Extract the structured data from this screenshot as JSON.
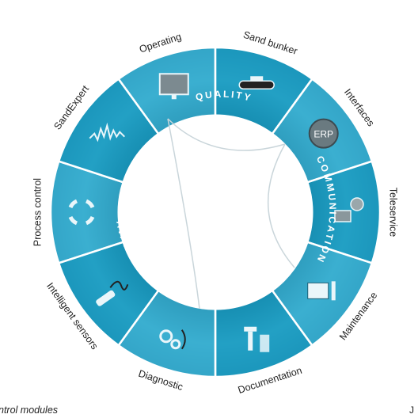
{
  "diagram": {
    "segments": [
      {
        "label": "Process control",
        "icon": "recycle-arrows-icon"
      },
      {
        "label": "SandExpert",
        "icon": "waveform-icon"
      },
      {
        "label": "Operating",
        "icon": "monitor-icon"
      },
      {
        "label": "Sand bunker",
        "icon": "conveyor-icon"
      },
      {
        "label": "Interfaces",
        "icon": "erp-icon",
        "icon_text": "ERP"
      },
      {
        "label": "Teleservice",
        "icon": "remote-computer-icon"
      },
      {
        "label": "Maintenance",
        "icon": "calendar-wrench-icon"
      },
      {
        "label": "Documentation",
        "icon": "bolt-documents-icon"
      },
      {
        "label": "Diagnostic",
        "icon": "gears-stethoscope-icon"
      },
      {
        "label": "Intelligent sensors",
        "icon": "sensor-probe-icon"
      }
    ],
    "groups": [
      {
        "label": "QUALITY"
      },
      {
        "label": "COMMUNICATION"
      },
      {
        "label": "AVAILABILITY"
      }
    ]
  },
  "caption_left": "ntrol modules",
  "caption_right": "J",
  "colors": {
    "ring": "#1e9bbf",
    "ring_light": "#48b6d6",
    "ring_dark": "#137e9f",
    "divider": "#ffffff",
    "text": "#222222"
  }
}
